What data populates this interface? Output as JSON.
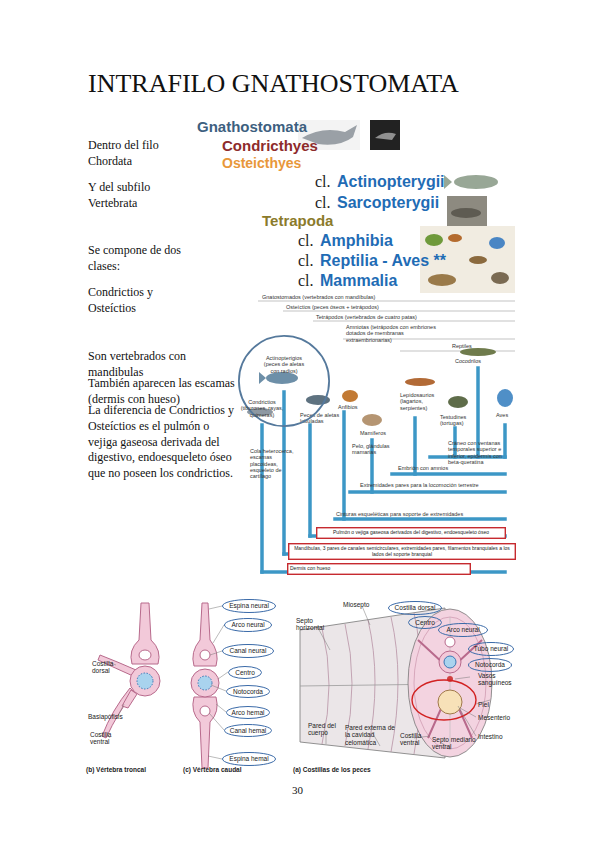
{
  "diagram": {
    "title": "INTRAFILO GNATHOSTOMATA",
    "nodes": [
      {
        "text": [
          "Actinopterigios (peces de aletas con radios)",
          "Condrictios (tiburones, rayas, quimeras)"
        ]
      },
      {
        "text": [
          "Pulmón o vejiga gaseosa derivados del digestivo, endoesqueleto óseo"
        ]
      },
      {
        "text": [
          "Mandíbulas, 3 pares de canales semicirculares, extremidades pares, filamentos branquiales a los lados del soporte branquial"
        ]
      },
      {
        "text": [
          "Dermis con hueso"
        ]
      },
      {
        "text": [
          "Espina neural"
        ]
      },
      {
        "text": [
          "Arco neural"
        ]
      },
      {
        "text": [
          "Canal neural"
        ]
      },
      {
        "text": [
          "Centro"
        ]
      },
      {
        "text": [
          "Notocorda"
        ]
      },
      {
        "text": [
          "Arco hemal"
        ]
      },
      {
        "text": [
          "Canal hemal"
        ]
      },
      {
        "text": [
          "Espina hemal"
        ]
      },
      {
        "text": [
          "Costilla dorsal"
        ]
      },
      {
        "text": [
          "Centro"
        ]
      },
      {
        "text": [
          "Arco neural"
        ]
      },
      {
        "text": [
          "Tubo neural"
        ]
      },
      {
        "text": [
          "Notocorda"
        ]
      }
    ],
    "labels": [
      "Dentro del filo Chordata",
      "Y del subfilo Vertebrata",
      "Se compone de dos clases:",
      "Condrictios y Osteíctios",
      "Son vertebrados con mandibulas",
      "También aparecen las escamas (dermis con hueso)",
      "La diferencia de Condrictios y Osteíctios es el pulmón o vejiga gaseosa derivada del digestivo, endoesqueleto óseo que no poseen los condrictios.",
      "Gnathostomata",
      "Condricthyes",
      "Osteicthyes",
      "cl.",
      "Actinopterygii",
      "cl.",
      "Sarcopterygii",
      "Tetrapoda",
      "cl.",
      "Amphibia",
      "cl.",
      "Reptilia - Aves **",
      "cl.",
      "Mammalia",
      "Gnatostomados (vertebrados con mandíbulas)",
      "Osteíctios (peces óseos + tetrápodos)",
      "Tetrápodos (vertebrados de cuatro patas)",
      "Amniotas (tetrápodos con embriones dotados de membranas extraembrionarias)",
      "Reptiles",
      "Peces de aletas lobuladas",
      "Anfibios",
      "Mamíferos",
      "Lepidosaurios (lagartos, serpientes)",
      "Cocodrilos",
      "Testudines (tortugas)",
      "Aves",
      "Pelo, glándulas mamarias",
      "Cráneo con ventanas temporales superior e inferior, epidermis con beta-queratina",
      "Embrión con amnios",
      "Extremidades pares para la locomoción terrestre",
      "Cinturas esqueléticas para soporte de extremidades",
      "Cola heterocerca, escamas placoideas, esqueleto de cartílago",
      "Costilla dorsal",
      "Basiapófisis",
      "Costilla ventral",
      "(b) Vértebra troncal",
      "(c) Vértebra caudal",
      "Miosepto",
      "Septo horizontal",
      "Vasos sanguíneos",
      "Piel",
      "Mesenterio",
      "Intestino",
      "Pared del cuerpo",
      "Pared externa de la cavidad celomática",
      "Costilla ventral",
      "Septo mediano ventral",
      "(a) Costillas de los peces",
      "30"
    ]
  }
}
